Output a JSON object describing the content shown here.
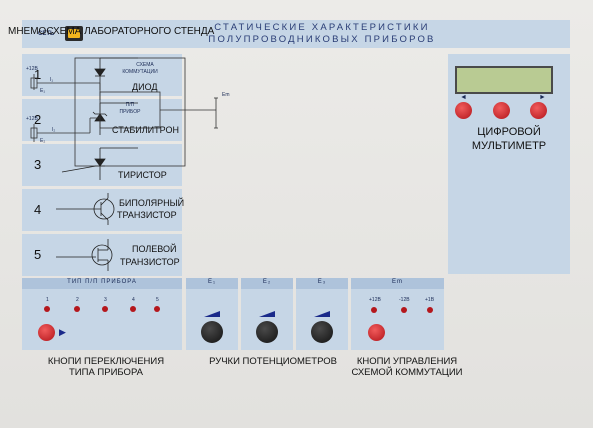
{
  "header": {
    "power_label": "СЕТЬ",
    "title_line1": "СТАТИЧЕСКИЕ ХАРАКТЕРИСТИКИ",
    "title_line2": "ПОЛУПРОВОДНИКОВЫХ ПРИБОРОВ"
  },
  "devices": [
    {
      "number": "1",
      "label_line1": "ДИОД",
      "label_line2": ""
    },
    {
      "number": "2",
      "label_line1": "СТАБИЛИТРОН",
      "label_line2": ""
    },
    {
      "number": "3",
      "label_line1": "ТИРИСТОР",
      "label_line2": ""
    },
    {
      "number": "4",
      "label_line1": "БИПОЛЯРНЫЙ",
      "label_line2": "ТРАНЗИСТОР"
    },
    {
      "number": "5",
      "label_line1": "ПОЛЕВОЙ",
      "label_line2": "ТРАНЗИСТОР"
    }
  ],
  "mnemo": {
    "title": "МНЕМОСХЕМА ЛАБОРАТОРНОГО СТЕНДА",
    "switch_box_line1": "СХЕМА",
    "switch_box_line2": "КОММУТАЦИИ",
    "device_box_line1": "П/П",
    "device_box_line2": "ПРИБОР",
    "supply1": "+12В",
    "supply2": "+12В",
    "e1": "E₁",
    "e2": "E₂",
    "em": "Em",
    "i1": "I₁",
    "i2": "I₂"
  },
  "multimeter": {
    "title_line1": "ЦИФРОВОЙ",
    "title_line2": "МУЛЬТИМЕТР",
    "left_arrow": "◄",
    "right_arrow": "►"
  },
  "device_type": {
    "header": "ТИП П/П ПРИБОРА",
    "indices": [
      "1",
      "2",
      "3",
      "4",
      "5"
    ],
    "caption_line1": "КНОПИ ПЕРЕКЛЮЧЕНИЯ",
    "caption_line2": "ТИПА ПРИБОРА"
  },
  "potentiometers": {
    "labels": [
      "E₁",
      "E₂",
      "E₃"
    ],
    "caption": "РУЧКИ ПОТЕНЦИОМЕТРОВ"
  },
  "commutation": {
    "header": "Em",
    "indicators": [
      "+12В",
      "-12В",
      "+1В"
    ],
    "caption_line1": "КНОПИ УПРАВЛЕНИЯ",
    "caption_line2": "СХЕМОЙ КОММУТАЦИИ"
  },
  "colors": {
    "panel_blue": "#c6d6e6",
    "header_blue": "#aec3db",
    "button_red": "#c8161d",
    "lamp_amber": "#f2b51e",
    "lcd_green": "#b9cb93"
  }
}
